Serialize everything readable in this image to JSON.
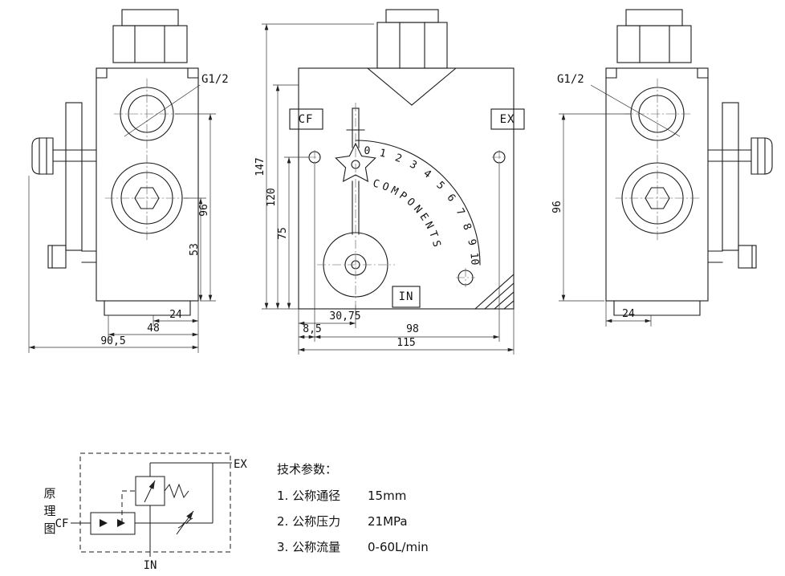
{
  "drawing": {
    "background": "#ffffff",
    "line_color": "#1a1a1a"
  },
  "views": {
    "left": {
      "port_label": "G1/2",
      "dims": {
        "height_96": "96",
        "height_53": "53",
        "width_24": "24",
        "width_48": "48",
        "width_905": "90,5"
      }
    },
    "front": {
      "cf_label": "CF",
      "ex_label": "EX",
      "in_label": "IN",
      "dial_arc_text": "COMPONENTS",
      "dial_scale": [
        "0",
        "1",
        "2",
        "3",
        "4",
        "5",
        "6",
        "7",
        "8",
        "9",
        "10"
      ],
      "dims": {
        "height_147": "147",
        "height_120": "120",
        "height_75": "75",
        "width_3075": "30,75",
        "width_85": "8,5",
        "width_98": "98",
        "width_115": "115"
      }
    },
    "right": {
      "port_label": "G1/2",
      "dims": {
        "height_96": "96",
        "width_24": "24"
      }
    }
  },
  "schematic": {
    "title": "原理图",
    "title_chars": [
      "原",
      "理",
      "图"
    ],
    "ex_label": "EX",
    "cf_label": "CF",
    "in_label": "IN"
  },
  "tech": {
    "title": "技术参数：",
    "items": [
      {
        "label": "1. 公称通径",
        "value": "15mm"
      },
      {
        "label": "2. 公称压力",
        "value": "21MPa"
      },
      {
        "label": "3. 公称流量",
        "value": "0-60L/min"
      }
    ]
  }
}
